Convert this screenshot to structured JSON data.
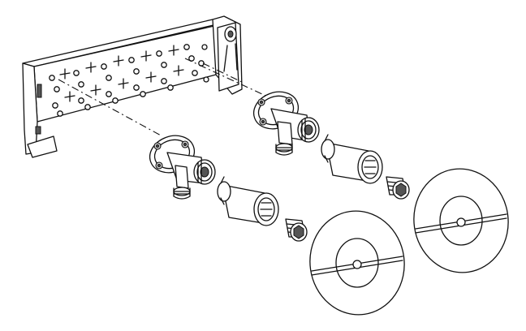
{
  "diagram": {
    "type": "exploded-assembly",
    "colors": {
      "line": "#111111",
      "fill": "#ffffff",
      "shade": "#cfcfcf"
    },
    "parts": [
      {
        "name": "mounting-bracket",
        "count": 1
      },
      {
        "name": "wall-elbow-fitting",
        "count": 2
      },
      {
        "name": "protective-sleeve",
        "count": 2
      },
      {
        "name": "threaded-plug",
        "count": 2
      },
      {
        "name": "cover-rosette",
        "count": 2
      }
    ]
  }
}
